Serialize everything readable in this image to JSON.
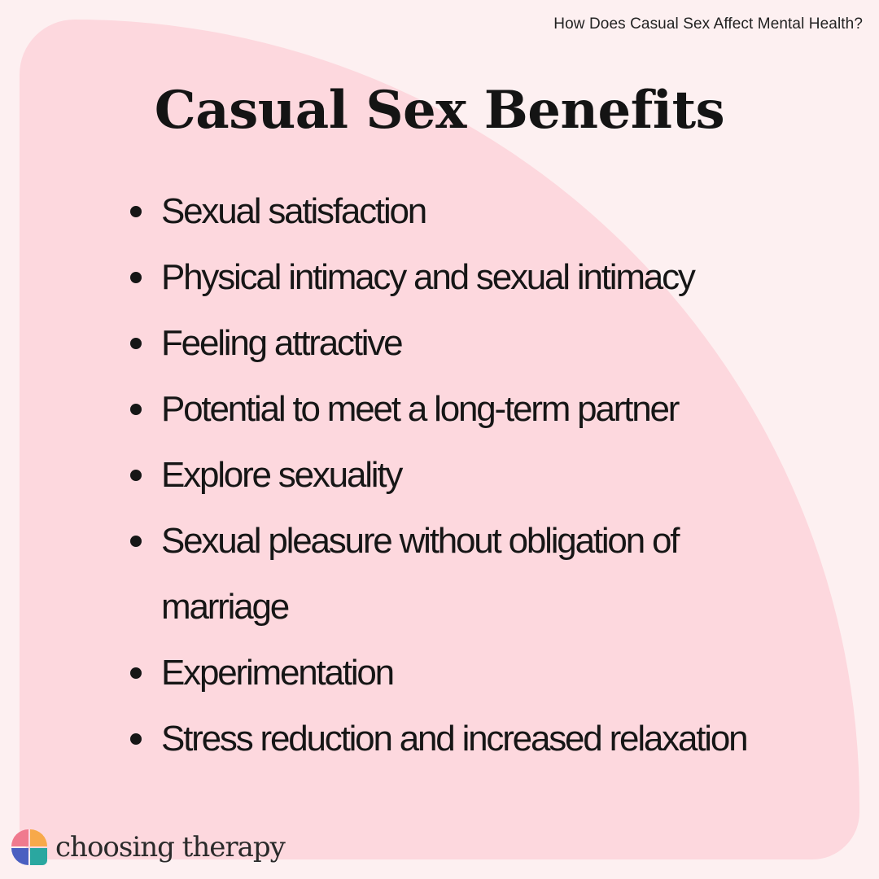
{
  "header": {
    "caption": "How Does Casual Sex Affect Mental Health?"
  },
  "title": "Casual Sex Benefits",
  "benefits": [
    "Sexual satisfaction",
    "Physical intimacy and sexual intimacy",
    "Feeling attractive",
    "Potential to meet a long-term partner",
    "Explore sexuality",
    "Sexual pleasure without obligation of marriage",
    "Experimentation",
    "Stress reduction and increased relaxation"
  ],
  "brand": {
    "name": "choosing therapy",
    "logo_icon": "choosing-therapy-logo-icon",
    "colors": {
      "background": "#fdf0f1",
      "panel": "#fdd8de",
      "logo_pink": "#f07a8e",
      "logo_orange": "#f7a94a",
      "logo_blue": "#4a5fc1",
      "logo_teal": "#2aa7a0"
    }
  }
}
